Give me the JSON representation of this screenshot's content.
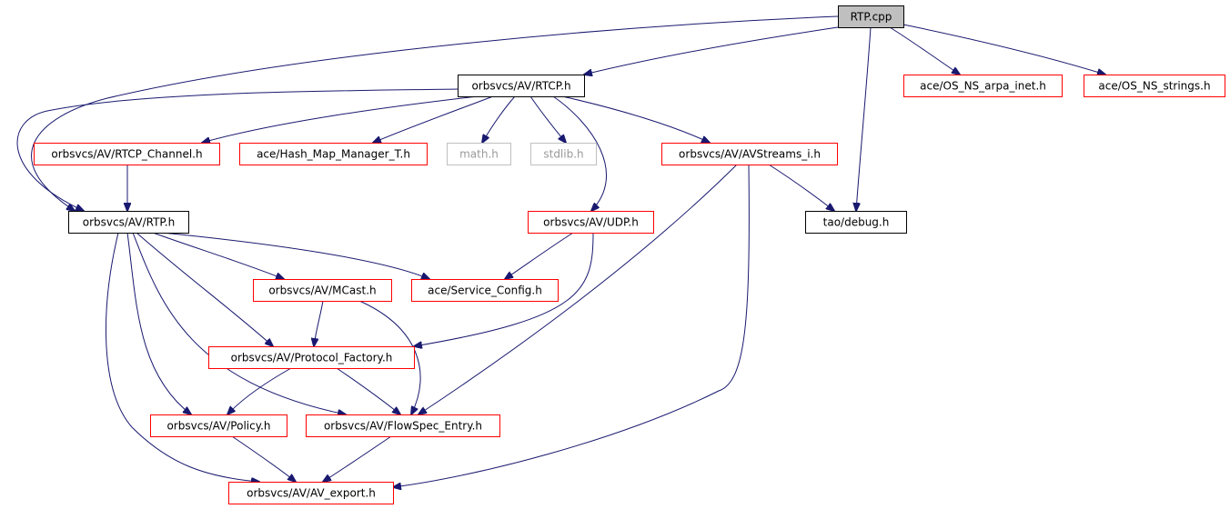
{
  "colors": {
    "edge": "#191970",
    "current_fill": "#bfbfbf",
    "documented_border": "#000000",
    "undocumented_border": "#ff0000",
    "missing_border": "#bfbfbf",
    "missing_text": "#9a9a9a"
  },
  "nodes": [
    {
      "id": "rtp_cpp",
      "label": "RTP.cpp",
      "kind": "current"
    },
    {
      "id": "rtcp_h",
      "label": "orbsvcs/AV/RTCP.h",
      "kind": "documented"
    },
    {
      "id": "arpa_inet",
      "label": "ace/OS_NS_arpa_inet.h",
      "kind": "undocumented"
    },
    {
      "id": "ns_strings",
      "label": "ace/OS_NS_strings.h",
      "kind": "undocumented"
    },
    {
      "id": "rtcp_channel",
      "label": "orbsvcs/AV/RTCP_Channel.h",
      "kind": "undocumented"
    },
    {
      "id": "hash_map",
      "label": "ace/Hash_Map_Manager_T.h",
      "kind": "undocumented"
    },
    {
      "id": "math_h",
      "label": "math.h",
      "kind": "missing"
    },
    {
      "id": "stdlib_h",
      "label": "stdlib.h",
      "kind": "missing"
    },
    {
      "id": "avstreams",
      "label": "orbsvcs/AV/AVStreams_i.h",
      "kind": "undocumented"
    },
    {
      "id": "rtp_h",
      "label": "orbsvcs/AV/RTP.h",
      "kind": "documented"
    },
    {
      "id": "udp_h",
      "label": "orbsvcs/AV/UDP.h",
      "kind": "undocumented"
    },
    {
      "id": "tao_debug",
      "label": "tao/debug.h",
      "kind": "documented"
    },
    {
      "id": "mcast_h",
      "label": "orbsvcs/AV/MCast.h",
      "kind": "undocumented"
    },
    {
      "id": "service_config",
      "label": "ace/Service_Config.h",
      "kind": "undocumented"
    },
    {
      "id": "protocol_factory",
      "label": "orbsvcs/AV/Protocol_Factory.h",
      "kind": "undocumented"
    },
    {
      "id": "policy_h",
      "label": "orbsvcs/AV/Policy.h",
      "kind": "undocumented"
    },
    {
      "id": "flowspec",
      "label": "orbsvcs/AV/FlowSpec_Entry.h",
      "kind": "undocumented"
    },
    {
      "id": "av_export",
      "label": "orbsvcs/AV/AV_export.h",
      "kind": "undocumented"
    }
  ],
  "edges": [
    {
      "from": "rtp_cpp",
      "to": "rtcp_h"
    },
    {
      "from": "rtp_cpp",
      "to": "rtp_h"
    },
    {
      "from": "rtp_cpp",
      "to": "tao_debug"
    },
    {
      "from": "rtp_cpp",
      "to": "arpa_inet"
    },
    {
      "from": "rtp_cpp",
      "to": "ns_strings"
    },
    {
      "from": "rtcp_h",
      "to": "rtp_h"
    },
    {
      "from": "rtcp_h",
      "to": "rtcp_channel"
    },
    {
      "from": "rtcp_h",
      "to": "hash_map"
    },
    {
      "from": "rtcp_h",
      "to": "math_h"
    },
    {
      "from": "rtcp_h",
      "to": "stdlib_h"
    },
    {
      "from": "rtcp_h",
      "to": "udp_h"
    },
    {
      "from": "rtcp_h",
      "to": "avstreams"
    },
    {
      "from": "rtcp_channel",
      "to": "rtp_h"
    },
    {
      "from": "avstreams",
      "to": "tao_debug"
    },
    {
      "from": "avstreams",
      "to": "flowspec"
    },
    {
      "from": "avstreams",
      "to": "av_export"
    },
    {
      "from": "rtp_h",
      "to": "service_config"
    },
    {
      "from": "rtp_h",
      "to": "mcast_h"
    },
    {
      "from": "rtp_h",
      "to": "protocol_factory"
    },
    {
      "from": "rtp_h",
      "to": "policy_h"
    },
    {
      "from": "rtp_h",
      "to": "flowspec"
    },
    {
      "from": "rtp_h",
      "to": "av_export"
    },
    {
      "from": "udp_h",
      "to": "service_config"
    },
    {
      "from": "udp_h",
      "to": "protocol_factory"
    },
    {
      "from": "mcast_h",
      "to": "protocol_factory"
    },
    {
      "from": "mcast_h",
      "to": "flowspec"
    },
    {
      "from": "protocol_factory",
      "to": "policy_h"
    },
    {
      "from": "protocol_factory",
      "to": "flowspec"
    },
    {
      "from": "policy_h",
      "to": "av_export"
    },
    {
      "from": "flowspec",
      "to": "av_export"
    }
  ]
}
